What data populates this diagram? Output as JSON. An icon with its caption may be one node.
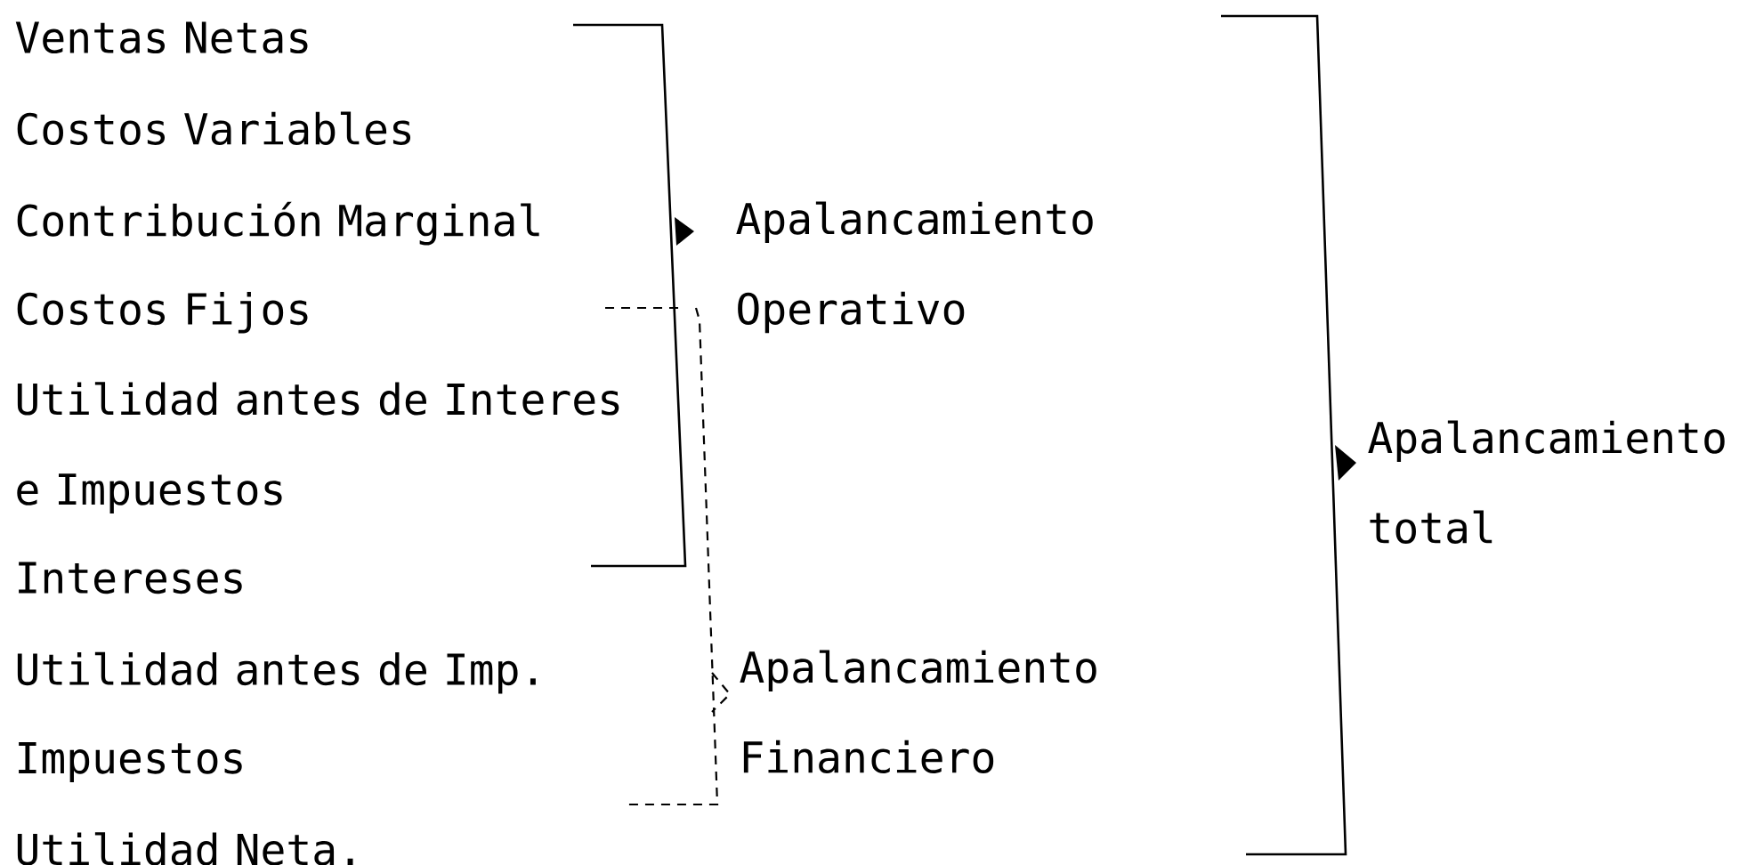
{
  "diagram": {
    "labels": [
      "Ventas Netas",
      "Costos Variables",
      "Contribución Marginal",
      "Costos Fijos",
      "Utilidad antes de Interes e Impuestos",
      "Intereses",
      "Utilidad antes de Imp.",
      "Impuestos",
      "Utilidad Neta.",
      "Apalancamiento Operativo",
      "Apalancamiento Financiero",
      "Apalancamiento total"
    ]
  }
}
